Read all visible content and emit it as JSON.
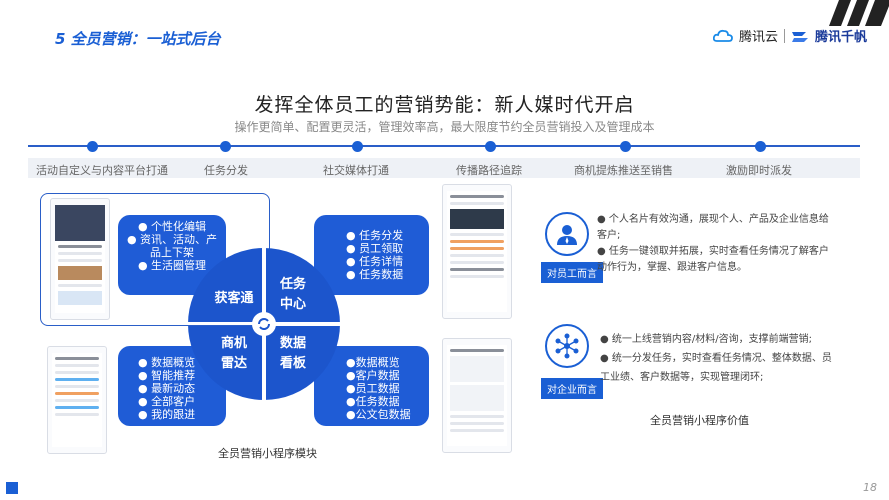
{
  "header": {
    "title": "5 全员营销：一站式后台",
    "brand_primary": "腾讯云",
    "brand_secondary": "腾讯千帆"
  },
  "hero": {
    "heading": "发挥全体员工的营销势能：新人媒时代开启",
    "subheading": "操作更简单、配置更灵活，管理效率高，最大限度节约全员营销投入及管理成本"
  },
  "timeline": [
    "活动自定义与内容平台打通",
    "任务分发",
    "社交媒体打通",
    "传播路径追踪",
    "商机提炼推送至销售",
    "激励即时派发"
  ],
  "cards": {
    "top_left": [
      "个性化编辑",
      "资讯、活动、产品上下架",
      "生活圈管理"
    ],
    "top_right": [
      "任务分发",
      "员工领取",
      "任务详情",
      "任务数据"
    ],
    "bottom_left": [
      "数据概览",
      "智能推荐",
      "最新动态",
      "全部客户",
      "我的跟进"
    ],
    "bottom_right": [
      "数据概览",
      "客户数据",
      "员工数据",
      "任务数据",
      "公文包数据"
    ]
  },
  "quadrants": {
    "tl": "获客通",
    "tr": "任务中心",
    "bl": "商机雷达",
    "br": "数据看板"
  },
  "caption_left": "全员营销小程序模块",
  "value_employee": {
    "tag": "对员工而言",
    "points": [
      "个人名片有效沟通，展现个人、产品及企业信息给客户;",
      "任务一键领取并拓展，实时查看任务情况了解客户动作行为，掌握、跟进客户信息。"
    ]
  },
  "value_enterprise": {
    "tag": "对企业而言",
    "points": [
      "统一上线营销内容/材料/咨询，支撑前端营销;",
      "统一分发任务，实时查看任务情况、整体数据、员工业绩、客户数据等，实现管理闭环;"
    ]
  },
  "caption_right": "全员营销小程序价值",
  "page_number": "18",
  "colors": {
    "accent": "#1a5fd4",
    "card": "#1f5cd6"
  },
  "icons": {
    "employee": "person-icon",
    "enterprise": "network-icon"
  }
}
